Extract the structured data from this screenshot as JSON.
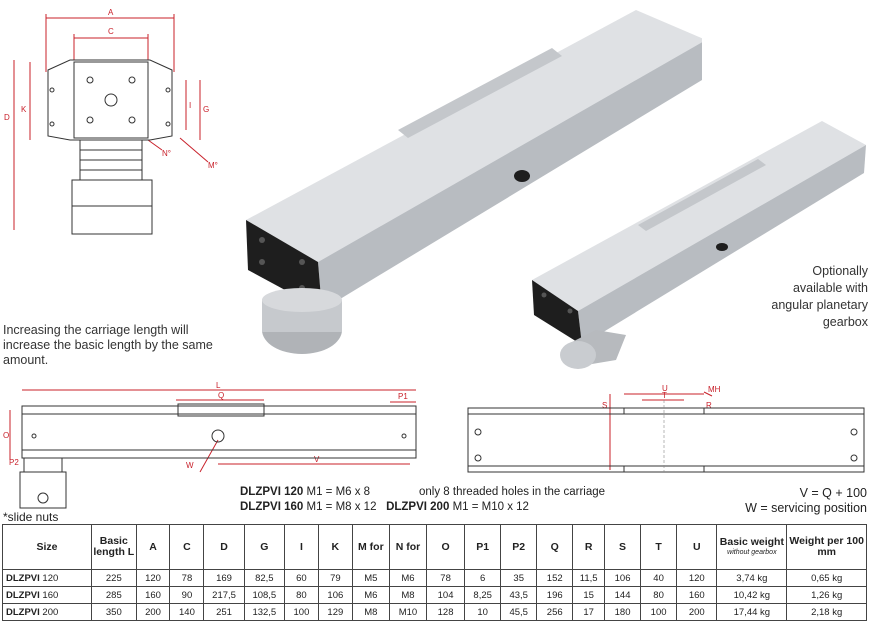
{
  "front_view": {
    "labels": [
      "A",
      "C",
      "D",
      "K",
      "I",
      "G",
      "N°",
      "M°"
    ]
  },
  "side_view": {
    "labels": [
      "L",
      "Q",
      "P1",
      "P2",
      "O",
      "W",
      "V"
    ]
  },
  "top_view": {
    "labels": [
      "U",
      "MH",
      "T",
      "S",
      "R"
    ]
  },
  "notes": {
    "carriage_length": "Increasing the carriage length will increase the basic length by the same amount.",
    "gearbox": [
      "Optionally",
      "available with",
      "angular planetary",
      "gearbox"
    ],
    "slide_nuts": "*slide nuts"
  },
  "specs": {
    "line1_size": "DLZPVI 120",
    "line1_m1": "M1 = M6 x 8",
    "line2_size": "DLZPVI 160",
    "line2_m1": "M1 = M8 x 12",
    "line2b_size": "DLZPVI 200",
    "line2b_m1": "M1 = M10 x 12",
    "holes_note": "only 8 threaded holes in the carriage",
    "formula_v": "V = Q + 100",
    "formula_w": "W = servicing position"
  },
  "table": {
    "headers": [
      {
        "main": "Size",
        "sub": ""
      },
      {
        "main": "Basic length L",
        "sub": ""
      },
      {
        "main": "A",
        "sub": ""
      },
      {
        "main": "C",
        "sub": ""
      },
      {
        "main": "D",
        "sub": ""
      },
      {
        "main": "G",
        "sub": ""
      },
      {
        "main": "I",
        "sub": ""
      },
      {
        "main": "K",
        "sub": ""
      },
      {
        "main": "M for",
        "sub": ""
      },
      {
        "main": "N for",
        "sub": ""
      },
      {
        "main": "O",
        "sub": ""
      },
      {
        "main": "P1",
        "sub": ""
      },
      {
        "main": "P2",
        "sub": ""
      },
      {
        "main": "Q",
        "sub": ""
      },
      {
        "main": "R",
        "sub": ""
      },
      {
        "main": "S",
        "sub": ""
      },
      {
        "main": "T",
        "sub": ""
      },
      {
        "main": "U",
        "sub": ""
      },
      {
        "main": "Basic weight",
        "sub": "without gearbox"
      },
      {
        "main": "Weight per 100 mm",
        "sub": ""
      }
    ],
    "rows": [
      {
        "model": "DLZPVI",
        "size": "120",
        "cells": [
          "225",
          "120",
          "78",
          "169",
          "82,5",
          "60",
          "79",
          "M5",
          "M6",
          "78",
          "6",
          "35",
          "152",
          "11,5",
          "106",
          "40",
          "120",
          "3,74 kg",
          "0,65 kg"
        ]
      },
      {
        "model": "DLZPVI",
        "size": "160",
        "cells": [
          "285",
          "160",
          "90",
          "217,5",
          "108,5",
          "80",
          "106",
          "M6",
          "M8",
          "104",
          "8,25",
          "43,5",
          "196",
          "15",
          "144",
          "80",
          "160",
          "10,42 kg",
          "1,26 kg"
        ]
      },
      {
        "model": "DLZPVI",
        "size": "200",
        "cells": [
          "350",
          "200",
          "140",
          "251",
          "132,5",
          "100",
          "129",
          "M8",
          "M10",
          "128",
          "10",
          "45,5",
          "256",
          "17",
          "180",
          "100",
          "200",
          "17,44 kg",
          "2,18 kg"
        ]
      }
    ]
  },
  "colors": {
    "dimension": "#c8202a",
    "body_silver": "#c9ccd0",
    "end_cap": "#1e1e1e"
  }
}
